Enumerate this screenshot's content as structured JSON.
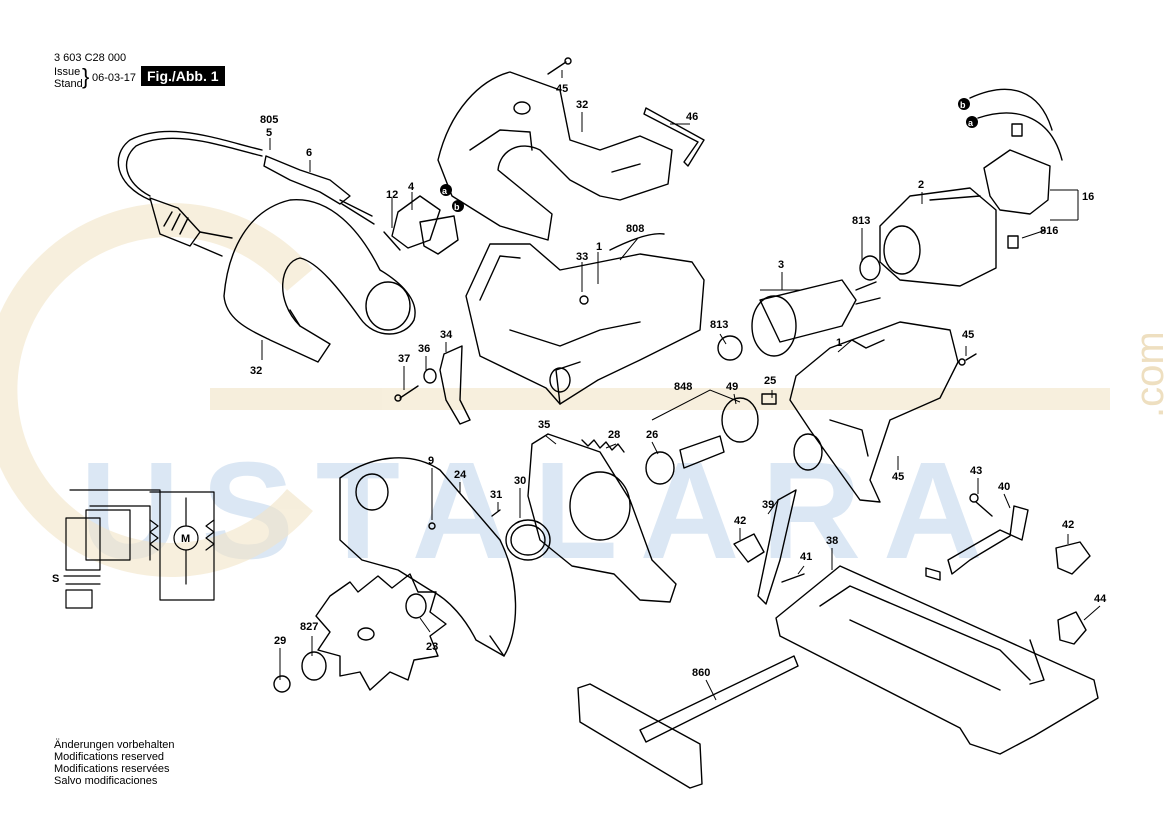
{
  "header": {
    "part_number": "3 603 C28 000",
    "issue_label": "Issue",
    "stand_label": "Stand",
    "date": "06-03-17",
    "figure": "Fig./Abb. 1"
  },
  "watermark": {
    "text": "USTALARA",
    "suffix": ".com",
    "color": "#dbe7f4",
    "accent_color": "#eedfc0"
  },
  "part_labels": [
    "805",
    "5",
    "6",
    "12",
    "4",
    "45",
    "32",
    "46",
    "b",
    "a",
    "2",
    "813",
    "16",
    "816",
    "808",
    "1",
    "33",
    "3",
    "32",
    "34",
    "36",
    "37",
    "813",
    "1",
    "45",
    "848",
    "49",
    "25",
    "35",
    "28",
    "9",
    "24",
    "26",
    "31",
    "30",
    "45",
    "43",
    "40",
    "39",
    "42",
    "41",
    "42",
    "38",
    "29",
    "827",
    "23",
    "44",
    "860",
    "a",
    "b"
  ],
  "notes": [
    "Änderungen vorbehalten",
    "Modifications reserved",
    "Modifications reservées",
    "Salvo modificaciones"
  ]
}
